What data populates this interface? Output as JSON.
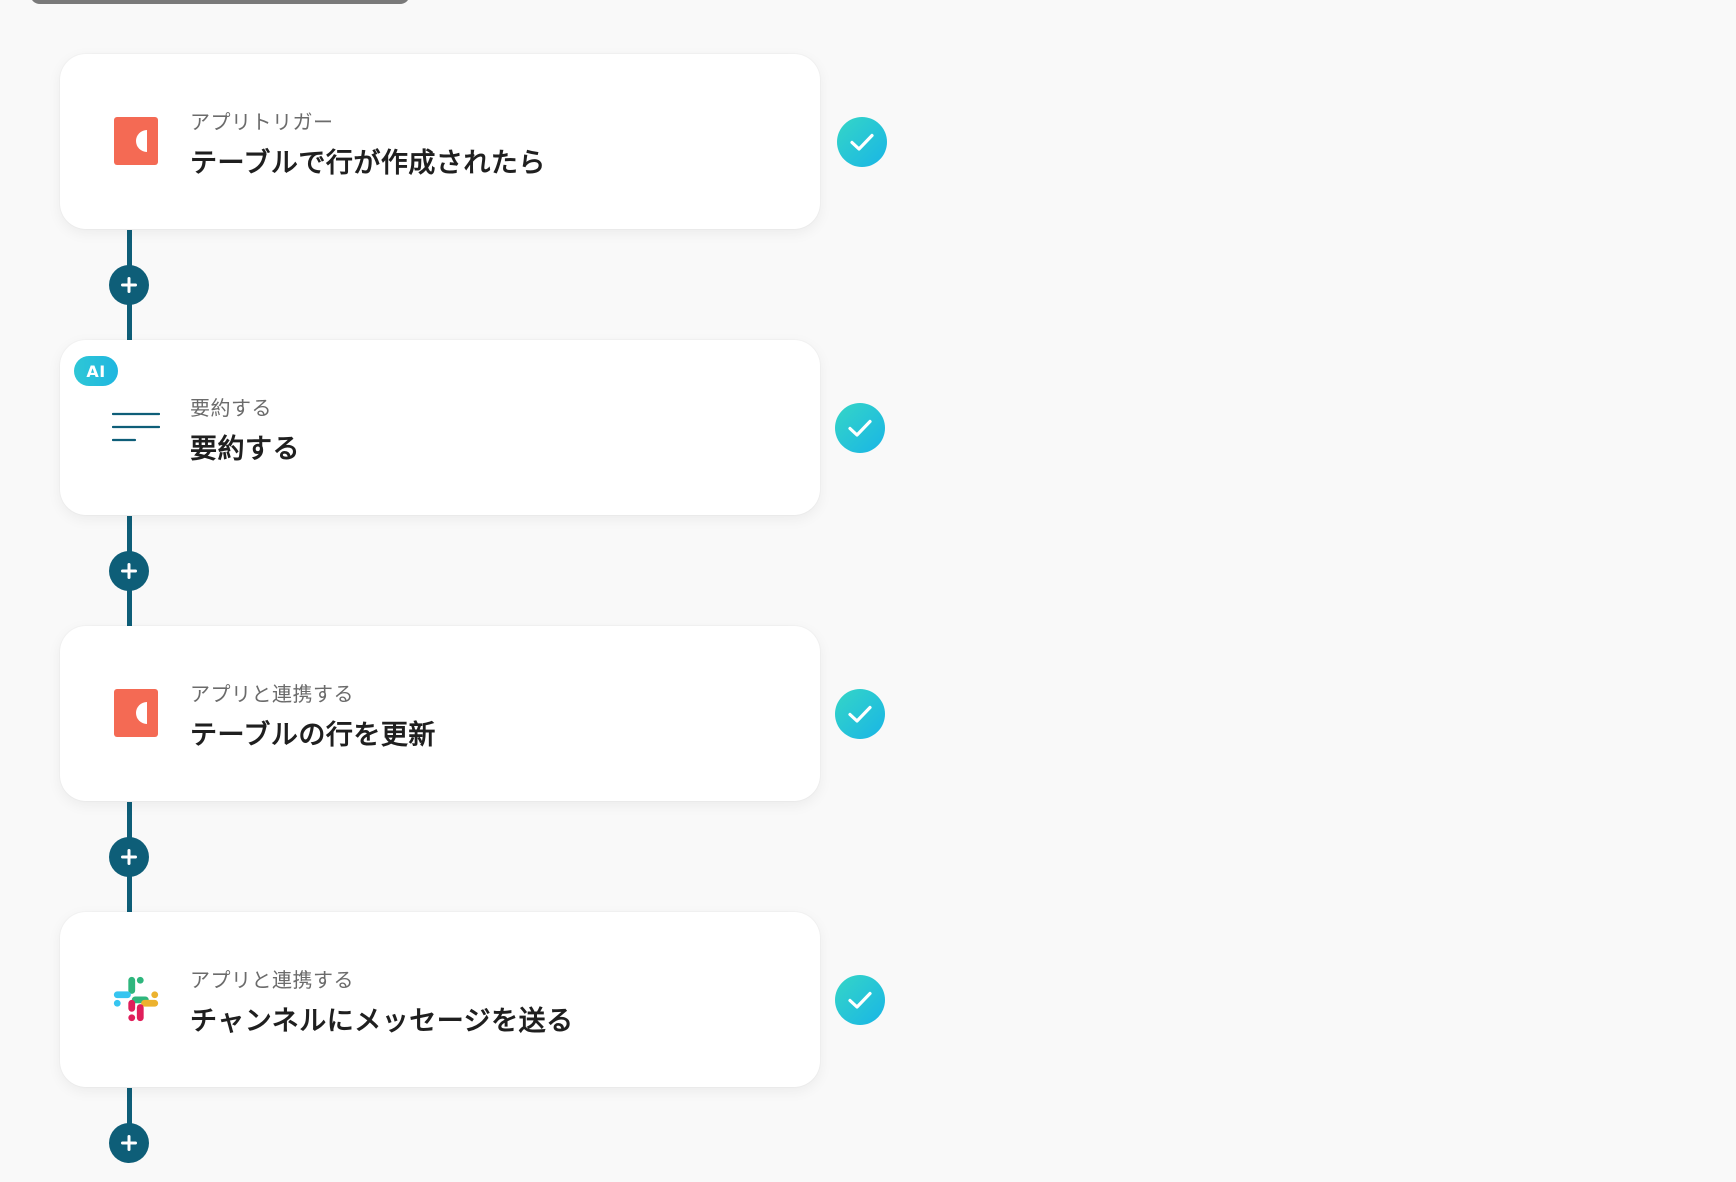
{
  "steps": [
    {
      "subtitle": "アプリトリガー",
      "title": "テーブルで行が作成されたら",
      "icon": "coda-logo-icon",
      "ai": false,
      "status": "completed"
    },
    {
      "subtitle": "要約する",
      "title": "要約する",
      "icon": "summarize-lines-icon",
      "ai": true,
      "ai_label": "AI",
      "status": "completed"
    },
    {
      "subtitle": "アプリと連携する",
      "title": "テーブルの行を更新",
      "icon": "coda-logo-icon",
      "ai": false,
      "status": "completed"
    },
    {
      "subtitle": "アプリと連携する",
      "title": "チャンネルにメッセージを送る",
      "icon": "slack-logo-icon",
      "ai": false,
      "status": "completed"
    }
  ],
  "colors": {
    "background": "#f9f9f9",
    "connector": "#0e5e78",
    "coda_brand": "#f46a54",
    "check_gradient_start": "#35d6c6",
    "check_gradient_end": "#19b5e6",
    "ai_badge": "#1fb6e0"
  },
  "icons": {
    "add": "plus-icon",
    "check": "check-icon"
  }
}
